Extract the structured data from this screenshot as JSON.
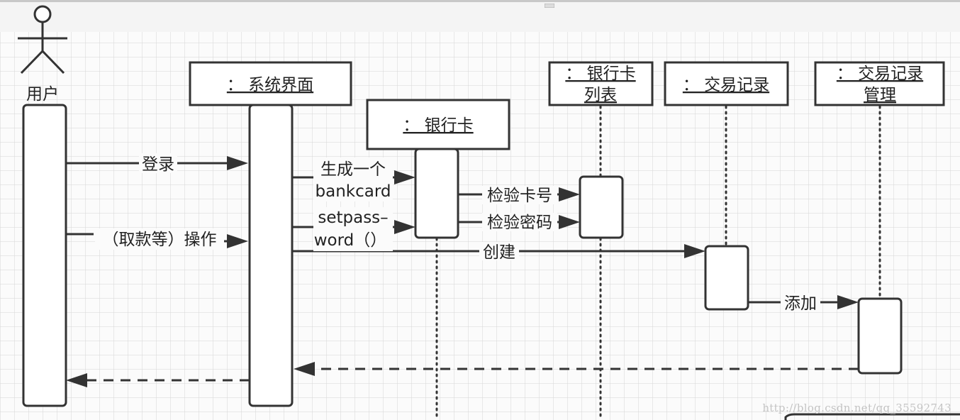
{
  "diagram": {
    "actor": {
      "label": "用户"
    },
    "objects": [
      {
        "id": "ui",
        "lines": [
          "： 系统界面"
        ]
      },
      {
        "id": "card",
        "lines": [
          "： 银行卡"
        ]
      },
      {
        "id": "cardlist",
        "lines": [
          "： 银行卡",
          "列表"
        ]
      },
      {
        "id": "record",
        "lines": [
          "： 交易记录"
        ]
      },
      {
        "id": "recordmgr",
        "lines": [
          "： 交易记录",
          "管理"
        ]
      }
    ],
    "messages": [
      {
        "id": "login",
        "lines": [
          "登录"
        ]
      },
      {
        "id": "operate",
        "lines": [
          "（取款等）操作"
        ]
      },
      {
        "id": "create-card",
        "lines": [
          "生成一个",
          "bankcard"
        ]
      },
      {
        "id": "setpassword",
        "lines": [
          "setpass–",
          "word（）"
        ]
      },
      {
        "id": "check-number",
        "lines": [
          "检验卡号"
        ]
      },
      {
        "id": "check-password",
        "lines": [
          "检验密码"
        ]
      },
      {
        "id": "create-record",
        "lines": [
          "创建"
        ]
      },
      {
        "id": "add-record",
        "lines": [
          "添加"
        ]
      }
    ]
  },
  "watermark": "http://blog.csdn.net/qq_35592743"
}
